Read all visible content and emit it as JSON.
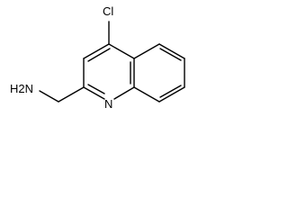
{
  "molecule": {
    "atom_labels": {
      "chlorine": "Cl",
      "amine": "H2N",
      "ring_nitrogen": "N"
    }
  }
}
